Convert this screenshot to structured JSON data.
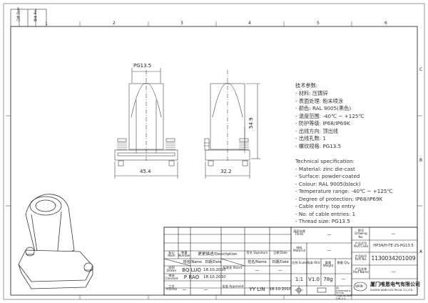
{
  "frame": {
    "column_markers": [
      "1",
      "2",
      "3",
      "4",
      "5",
      "6"
    ],
    "row_markers": [
      "C",
      "B",
      "A"
    ],
    "corner_box": [
      "日期 Date",
      "版本 Rev."
    ]
  },
  "drawing": {
    "thread_dim": "PG13.5",
    "width_front": "45.4",
    "width_side": "32.2",
    "height": "54.9"
  },
  "spec_cn": {
    "title": "技术参数:",
    "items": [
      "- 材料: 压铸锌",
      "- 表面处理: 粉末喷涂",
      "- 颜色: RAL 9005(黑色)",
      "- 温度范围: -40℃ ~ +125℃",
      "- 防护等级: IP68/IP69K",
      "- 出线方向: 顶出线",
      "- 出线孔数: 1",
      "- 螺纹规格: PG13.5"
    ]
  },
  "spec_en": {
    "title": "Technical specification:",
    "items": [
      "- Material: zinc die-cast",
      "- Surface: powder-coated",
      "- Colour: RAL 9005(black)",
      "- Temperature range: -40℃ ~ +125℃",
      "- Degree of protection: IP68/IP69K",
      "- Cable entry: top entry",
      "- No. of cable entries: 1",
      "- Thread size: PG13.5"
    ]
  },
  "title_block": {
    "mark": "标记 Mark",
    "number": "数量 Number",
    "description": "更更描述/Description",
    "signature": "签名 Signature",
    "date_h": "日期 Date",
    "name_h": "姓名/Name",
    "date_h2": "日期/Date",
    "name_h3": "姓名/Name",
    "date_h3": "日期/Date",
    "drawn": "绘图 Drawn",
    "drawn_name": "BQ LUO",
    "drawn_date": "18.10.2010",
    "stand": "标准化 Stand.",
    "stand_name": "—",
    "stand_date": "—",
    "checked": "审核 Checked",
    "checked_name": "P RAO",
    "checked_date": "18.10.2010",
    "process": "工艺 Process",
    "process_name": "—",
    "process_date": "—",
    "approved": "批准 Approved",
    "approved_name": "YY LIN",
    "approved_date": "18.10.2010",
    "finish_label": "表面处理 Finish",
    "finish_value": "—",
    "material_label": "材料 Material",
    "material_value": "—",
    "scale_label": "比例 Scale",
    "rev_label": "版本 REV.",
    "weight_label": "重量 Weight",
    "qty_label": "数量 Qty.",
    "scale": "1:1",
    "rev": "V1.0",
    "weight": "78g",
    "qty": "—",
    "dims_note": "All Dimensions in mm Original Size DIN A 4",
    "drawing_no_label": "图号 Drawing No.",
    "drawing_no": "—",
    "part_code_label": "产品代号 Part Code",
    "part_code": "HP3A/H-TE-2S-PG13.5",
    "part_no_label": "产品料号 Part No.",
    "part_no": "1130034201009",
    "part_name_label": "产品名称 Part Name",
    "part_name": "—",
    "company_cn": "厦门唯恩电气有限公司",
    "company_en": "XIAMEN WAIN ELECTRICAL CO.,LTD",
    "logo_text": "WAIN"
  }
}
